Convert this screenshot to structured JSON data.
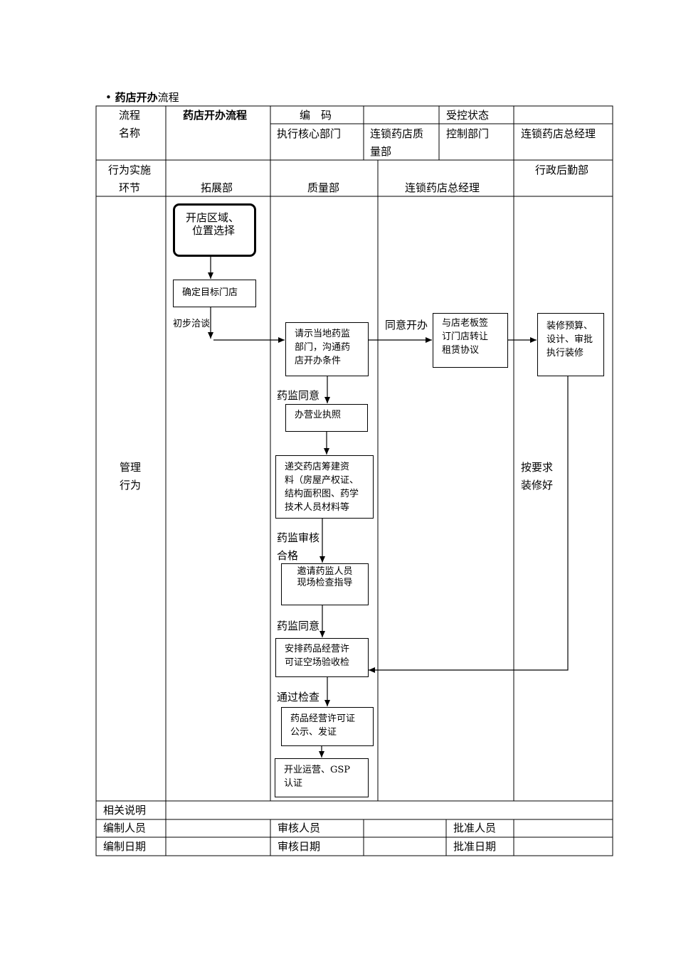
{
  "heading": {
    "bullet": "•",
    "bold_part": "药店开办",
    "normal_part": "流程"
  },
  "header": {
    "process_name_label": [
      "流程",
      "名称"
    ],
    "process_name_value": "药店开办流程",
    "code_label": "编　码",
    "code_value": "",
    "control_status_label": "受控状态",
    "control_status_value": "",
    "exec_dept_label": "执行核心部门",
    "exec_dept_value": [
      "连锁药店质",
      "量部"
    ],
    "control_dept_label": "控制部门",
    "control_dept_value": "连锁药店总经理"
  },
  "columns": {
    "label": [
      "行为实施",
      "环节"
    ],
    "expansion": "拓展部",
    "quality": "质量部",
    "gm": "连锁药店总经理",
    "admin": "行政后勤部"
  },
  "row_label": [
    "管理",
    "行为"
  ],
  "flow": {
    "start": [
      "开店区域、",
      "位置选择"
    ],
    "confirm_store": "确定目标门店",
    "initial_talk": "初步洽谈",
    "request": [
      "请示当地药监",
      "部门，沟通药",
      "店开办条件"
    ],
    "agree_open": "同意开办",
    "sign": [
      "与店老板签",
      "订门店转让",
      "租赁协议"
    ],
    "renovation": [
      "装修预算、",
      "设计、审批",
      "执行装修"
    ],
    "fda_agree_1": "药监同意",
    "license": "办营业执照",
    "submit": [
      "递交药店筹建资",
      "料（房屋产权证、",
      "结构面积图、药学",
      "技术人员材料等"
    ],
    "renovate_req": [
      "按要求",
      "装修好"
    ],
    "fda_pass": [
      "药监审核",
      "合格"
    ],
    "invite": [
      "邀请药监人员",
      "现场检查指导"
    ],
    "fda_agree_2": "药监同意",
    "arrange": [
      "安排药品经营许",
      "可证空场验收检"
    ],
    "pass_check": "通过检查",
    "permit": [
      "药品经营许可证",
      "公示、发证"
    ],
    "open": [
      "开业运营、GSP",
      "认证"
    ]
  },
  "footer": {
    "related_label": "相关说明",
    "related_value": "",
    "compiler_label": "编制人员",
    "reviewer_label": "审核人员",
    "approver_label": "批准人员",
    "compile_date_label": "编制日期",
    "review_date_label": "审核日期",
    "approve_date_label": "批准日期"
  }
}
